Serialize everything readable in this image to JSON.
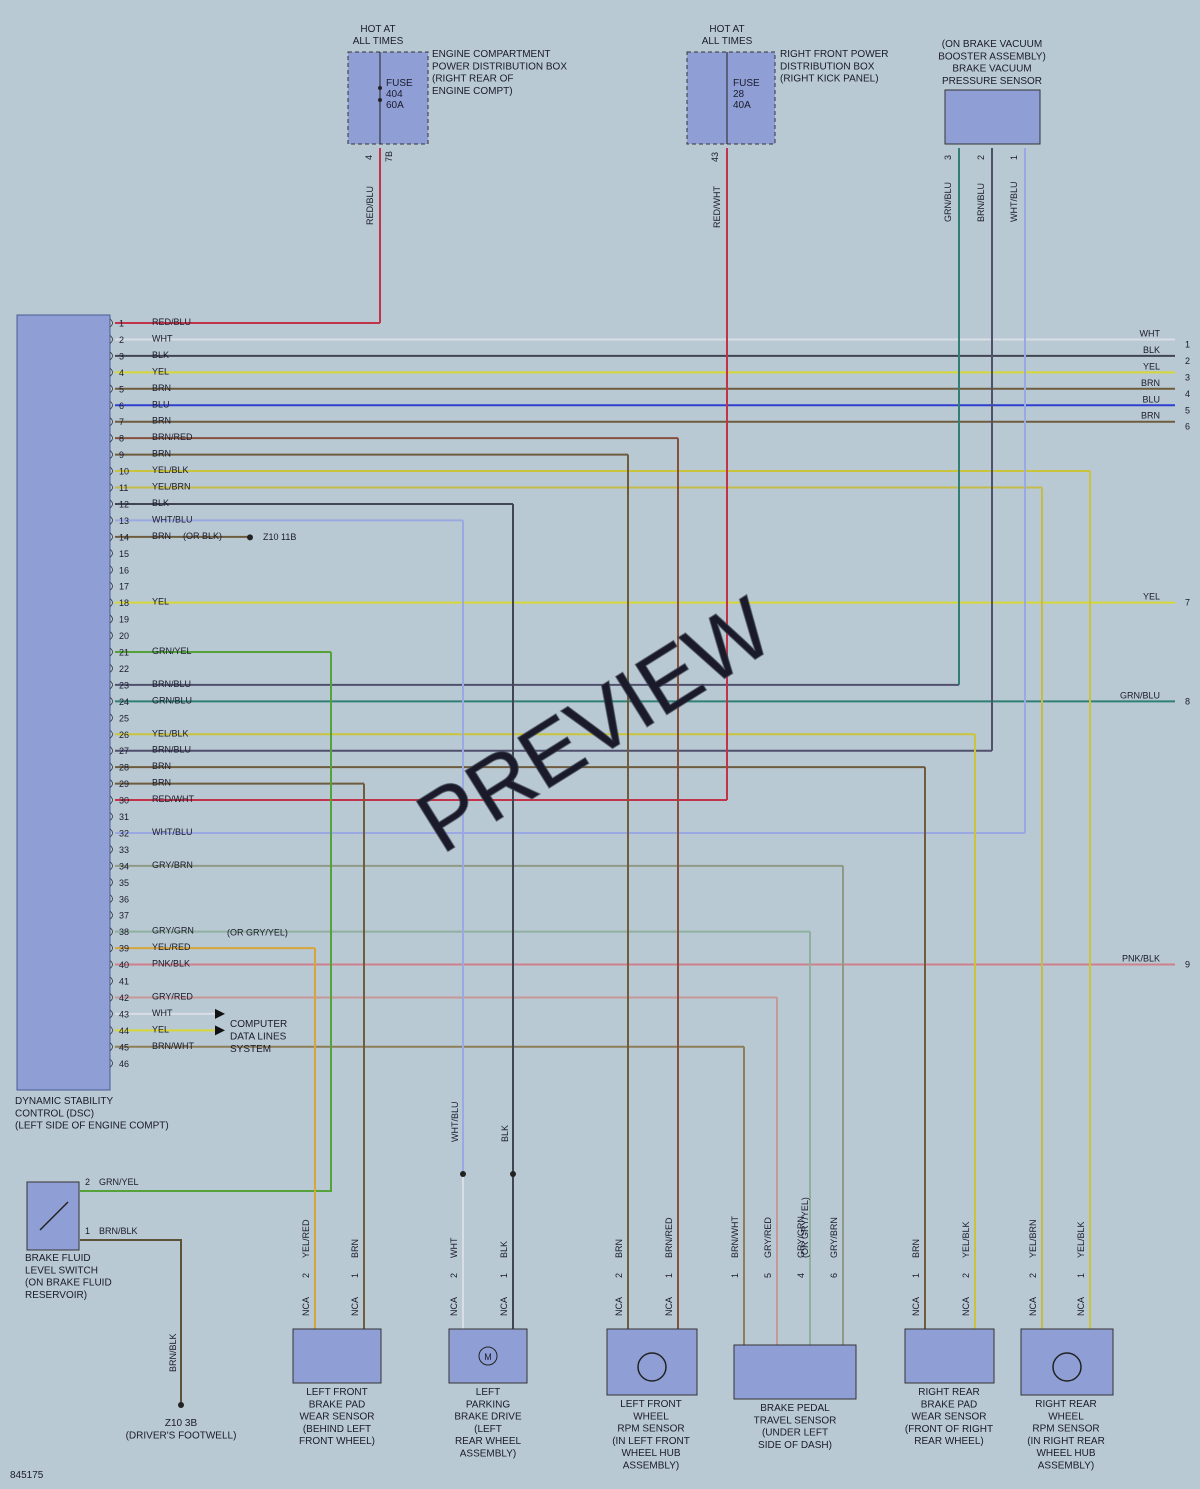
{
  "watermark": "PREVIEW",
  "figure_id": "845175",
  "colors": {
    "background": "#b9c9d4",
    "component_fill": "#8f9fd6",
    "wire": {
      "RED/BLU": "#c2334a",
      "RED/WHT": "#c2334a",
      "WHT": "#d8dde6",
      "BLK": "#404551",
      "YEL": "#d6d634",
      "BRN": "#6e5c3d",
      "BLU": "#2f3fd0",
      "BRN/RED": "#86503c",
      "YEL/BLK": "#c9c43c",
      "YEL/BRN": "#c4bb48",
      "WHT/BLU": "#9aa8e4",
      "GRN/YEL": "#56a23a",
      "BRN/BLU": "#50506c",
      "GRN/BLU": "#2f7f74",
      "GRY/BRN": "#8f9a86",
      "GRY/GRN": "#8fb0a0",
      "YEL/RED": "#d7a63a",
      "PNK/BLK": "#cf7f8a",
      "GRY/RED": "#c69898",
      "BRN/WHT": "#8e7e58",
      "BRN/BLK": "#5b5238",
      "GRY/YEL": "#a8b064"
    }
  },
  "dsc_module": {
    "label_lines": [
      "DYNAMIC STABILITY",
      "CONTROL (DSC)",
      "(LEFT SIDE OF ENGINE COMPT)"
    ],
    "pins": [
      {
        "num": "1",
        "wire": "RED/BLU"
      },
      {
        "num": "2",
        "wire": "WHT"
      },
      {
        "num": "3",
        "wire": "BLK"
      },
      {
        "num": "4",
        "wire": "YEL"
      },
      {
        "num": "5",
        "wire": "BRN"
      },
      {
        "num": "6",
        "wire": "BLU"
      },
      {
        "num": "7",
        "wire": "BRN"
      },
      {
        "num": "8",
        "wire": "BRN/RED"
      },
      {
        "num": "9",
        "wire": "BRN"
      },
      {
        "num": "10",
        "wire": "YEL/BLK"
      },
      {
        "num": "11",
        "wire": "YEL/BRN"
      },
      {
        "num": "12",
        "wire": "BLK"
      },
      {
        "num": "13",
        "wire": "WHT/BLU"
      },
      {
        "num": "14",
        "wire": "BRN"
      },
      {
        "num": "15",
        "wire": ""
      },
      {
        "num": "16",
        "wire": ""
      },
      {
        "num": "17",
        "wire": ""
      },
      {
        "num": "18",
        "wire": "YEL"
      },
      {
        "num": "19",
        "wire": ""
      },
      {
        "num": "20",
        "wire": ""
      },
      {
        "num": "21",
        "wire": "GRN/YEL"
      },
      {
        "num": "22",
        "wire": ""
      },
      {
        "num": "23",
        "wire": "BRN/BLU"
      },
      {
        "num": "24",
        "wire": "GRN/BLU"
      },
      {
        "num": "25",
        "wire": ""
      },
      {
        "num": "26",
        "wire": "YEL/BLK"
      },
      {
        "num": "27",
        "wire": "BRN/BLU"
      },
      {
        "num": "28",
        "wire": "BRN"
      },
      {
        "num": "29",
        "wire": "BRN"
      },
      {
        "num": "30",
        "wire": "RED/WHT"
      },
      {
        "num": "31",
        "wire": ""
      },
      {
        "num": "32",
        "wire": "WHT/BLU"
      },
      {
        "num": "33",
        "wire": ""
      },
      {
        "num": "34",
        "wire": "GRY/BRN"
      },
      {
        "num": "35",
        "wire": ""
      },
      {
        "num": "36",
        "wire": ""
      },
      {
        "num": "37",
        "wire": ""
      },
      {
        "num": "38",
        "wire": "GRY/GRN"
      },
      {
        "num": "39",
        "wire": "YEL/RED"
      },
      {
        "num": "40",
        "wire": "PNK/BLK"
      },
      {
        "num": "41",
        "wire": ""
      },
      {
        "num": "42",
        "wire": "GRY/RED"
      },
      {
        "num": "43",
        "wire": "WHT"
      },
      {
        "num": "44",
        "wire": "YEL"
      },
      {
        "num": "45",
        "wire": "BRN/WHT"
      },
      {
        "num": "46",
        "wire": ""
      }
    ],
    "pin14_alt": "(OR BLK)",
    "pin38_alt": "(OR GRY/YEL)",
    "ground_z10_11b": "Z10 11B",
    "computer_data_lines": [
      "COMPUTER",
      "DATA LINES",
      "SYSTEM"
    ]
  },
  "right_bus": [
    {
      "wire": "WHT",
      "num": "1"
    },
    {
      "wire": "BLK",
      "num": "2"
    },
    {
      "wire": "YEL",
      "num": "3"
    },
    {
      "wire": "BRN",
      "num": "4"
    },
    {
      "wire": "BLU",
      "num": "5"
    },
    {
      "wire": "BRN",
      "num": "6"
    },
    {
      "wire": "YEL",
      "num": "7"
    },
    {
      "wire": "GRN/BLU",
      "num": "8"
    },
    {
      "wire": "PNK/BLK",
      "num": "9"
    }
  ],
  "fuse_box_1": {
    "hot": [
      "HOT AT",
      "ALL TIMES"
    ],
    "fuse": [
      "FUSE",
      "404",
      "60A"
    ],
    "desc": [
      "ENGINE COMPARTMENT",
      "POWER DISTRIBUTION BOX",
      "(RIGHT REAR OF",
      "ENGINE COMPT)"
    ],
    "pin": "4",
    "conn": "7B",
    "wire": "RED/BLU"
  },
  "fuse_box_2": {
    "hot": [
      "HOT AT",
      "ALL TIMES"
    ],
    "fuse": [
      "FUSE",
      "28",
      "40A"
    ],
    "desc": [
      "RIGHT FRONT POWER",
      "DISTRIBUTION BOX",
      "(RIGHT KICK PANEL)"
    ],
    "pin": "43",
    "wire": "RED/WHT"
  },
  "pressure_sensor": {
    "label_lines": [
      "(ON BRAKE VACUUM",
      "BOOSTER ASSEMBLY)",
      "BRAKE VACUUM",
      "PRESSURE SENSOR"
    ],
    "pins": [
      {
        "num": "3",
        "wire": "GRN/BLU"
      },
      {
        "num": "2",
        "wire": "BRN/BLU"
      },
      {
        "num": "1",
        "wire": "WHT/BLU"
      }
    ]
  },
  "brake_fluid_switch": {
    "label_lines": [
      "BRAKE FLUID",
      "LEVEL SWITCH",
      "(ON BRAKE FLUID",
      "RESERVOIR)"
    ],
    "pin2": "2",
    "pin2_wire": "GRN/YEL",
    "pin1": "1",
    "pin1_wire": "BRN/BLK",
    "ground_wire": "BRN/BLK",
    "ground_label": [
      "Z10 3B",
      "(DRIVER'S FOOTWELL)"
    ]
  },
  "parking_drive_upper": {
    "wire_a": "WHT/BLU",
    "wire_b": "BLK"
  },
  "bottom_components": [
    {
      "id": "lf-pad",
      "label_lines": [
        "LEFT FRONT",
        "BRAKE PAD",
        "WEAR SENSOR",
        "(BEHIND LEFT",
        "FRONT WHEEL)"
      ],
      "pins": [
        {
          "num": "2",
          "wire": "YEL/RED",
          "nca": "NCA"
        },
        {
          "num": "1",
          "wire": "BRN",
          "nca": "NCA"
        }
      ]
    },
    {
      "id": "lr-parking",
      "label_lines": [
        "LEFT",
        "PARKING",
        "BRAKE DRIVE",
        "(LEFT",
        "REAR WHEEL",
        "ASSEMBLY)"
      ],
      "motor": "M",
      "pins": [
        {
          "num": "2",
          "wire": "WHT",
          "nca": "NCA"
        },
        {
          "num": "1",
          "wire": "BLK",
          "nca": "NCA"
        }
      ]
    },
    {
      "id": "lf-rpm",
      "label_lines": [
        "LEFT FRONT",
        "WHEEL",
        "RPM SENSOR",
        "(IN LEFT FRONT",
        "WHEEL HUB",
        "ASSEMBLY)"
      ],
      "pins": [
        {
          "num": "2",
          "wire": "BRN",
          "nca": "NCA"
        },
        {
          "num": "1",
          "wire": "BRN/RED",
          "nca": "NCA"
        }
      ]
    },
    {
      "id": "pedal",
      "label_lines": [
        "BRAKE PEDAL",
        "TRAVEL SENSOR",
        "(UNDER LEFT",
        "SIDE OF DASH)"
      ],
      "pins": [
        {
          "num": "1",
          "wire": "BRN/WHT"
        },
        {
          "num": "5",
          "wire": "GRY/RED"
        },
        {
          "num": "4",
          "wire": "GRY/GRN"
        },
        {
          "num": "6",
          "wire": "GRY/BRN"
        }
      ],
      "alt": "(OR GRY/YEL)"
    },
    {
      "id": "rr-pad",
      "label_lines": [
        "RIGHT REAR",
        "BRAKE PAD",
        "WEAR SENSOR",
        "(FRONT OF RIGHT",
        "REAR WHEEL)"
      ],
      "pins": [
        {
          "num": "1",
          "wire": "BRN",
          "nca": "NCA"
        },
        {
          "num": "2",
          "wire": "YEL/BLK",
          "nca": "NCA"
        }
      ]
    },
    {
      "id": "rr-rpm",
      "label_lines": [
        "RIGHT REAR",
        "WHEEL",
        "RPM SENSOR",
        "(IN RIGHT REAR",
        "WHEEL HUB",
        "ASSEMBLY)"
      ],
      "pins": [
        {
          "num": "2",
          "wire": "YEL/BRN",
          "nca": "NCA"
        },
        {
          "num": "1",
          "wire": "YEL/BLK",
          "nca": "NCA"
        }
      ]
    }
  ]
}
